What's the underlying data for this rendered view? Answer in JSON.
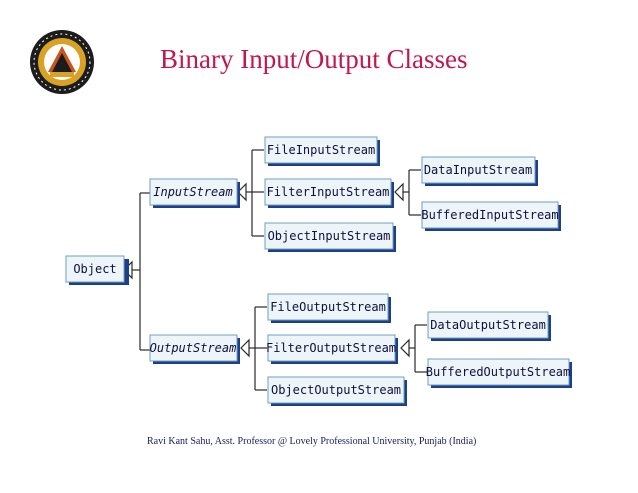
{
  "slide": {
    "title": "Binary Input/Output Classes",
    "footer": "Ravi Kant Sahu, Asst. Professor @ Lovely Professional University, Punjab (India)"
  },
  "logo": {
    "icon": "university-seal-icon"
  },
  "diagram": {
    "root": "Object",
    "input_abstract": "InputStream",
    "input_children": [
      "FileInputStream",
      "FilterInputStream",
      "ObjectInputStream"
    ],
    "input_filter_children": [
      "DataInputStream",
      "BufferedInputStream"
    ],
    "output_abstract": "OutputStream",
    "output_children": [
      "FileOutputStream",
      "FilterOutputStream",
      "ObjectOutputStream"
    ],
    "output_filter_children": [
      "DataOutputStream",
      "BufferedOutputStream"
    ]
  },
  "colors": {
    "title": "#c0174d",
    "box_fill": "#eef5f9",
    "box_border": "#6f9fc2",
    "box_shadow": "#1e3f86",
    "label": "#101040"
  }
}
